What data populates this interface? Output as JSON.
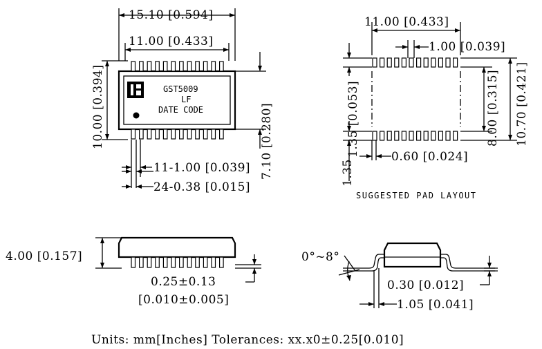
{
  "top_view": {
    "overall_width": "15.10 [0.594]",
    "body_width": "11.00 [0.433]",
    "overall_height": "10.00 [0.394]",
    "body_height": "7.10 [0.280]",
    "pitch": "11-1.00 [0.039]",
    "lead_width": "24-0.38 [0.015]",
    "marking": {
      "part_number": "GST5009",
      "suffix": "LF",
      "date_code": "DATE CODE"
    }
  },
  "pad_layout": {
    "title": "SUGGESTED PAD LAYOUT",
    "span_width": "11.00 [0.433]",
    "pitch": "1.00 [0.039]",
    "inner_height": "8.00 [0.315]",
    "outer_height": "10.70 [0.421]",
    "pad_length": "1.35 [0.053]",
    "pad_width": "0.60 [0.024]"
  },
  "side_view": {
    "height": "4.00 [0.157]",
    "standoff_mm": "0.25±0.13",
    "standoff_in": "[0.010±0.005]"
  },
  "end_view": {
    "angle": "0°~8°",
    "lead_thickness": "0.30 [0.012]",
    "foot_length": "1.05 [0.041]"
  },
  "footer": {
    "note": "Units: mm[Inches]   Tolerances: xx.x0±0.25[0.010]"
  }
}
